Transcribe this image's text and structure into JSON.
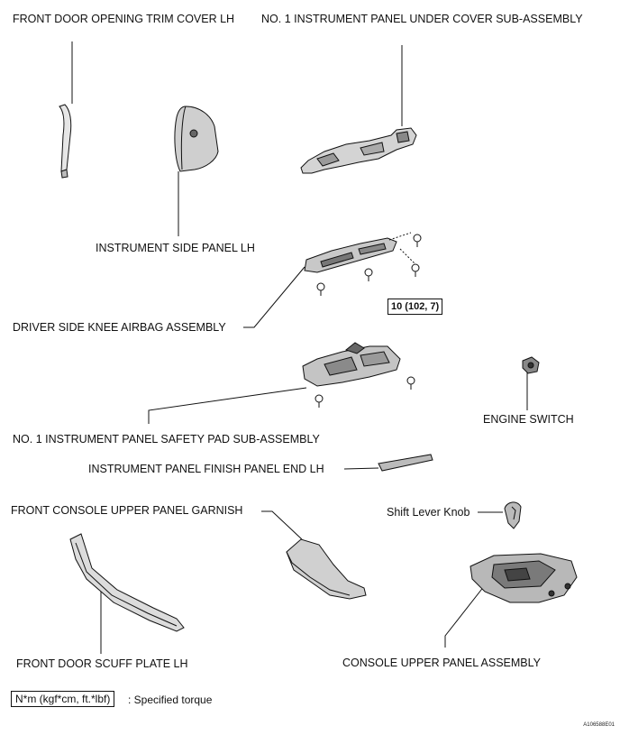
{
  "labels": {
    "front_door_opening_trim_cover": "FRONT DOOR OPENING TRIM COVER LH",
    "no1_instrument_panel_under_cover": "NO. 1 INSTRUMENT PANEL UNDER COVER SUB-ASSEMBLY",
    "instrument_side_panel": "INSTRUMENT SIDE PANEL LH",
    "driver_side_knee_airbag": "DRIVER SIDE KNEE AIRBAG ASSEMBLY",
    "no1_instrument_panel_safety_pad": "NO. 1 INSTRUMENT PANEL SAFETY PAD SUB-ASSEMBLY",
    "engine_switch": "ENGINE SWITCH",
    "instrument_panel_finish_panel_end": "INSTRUMENT PANEL FINISH PANEL END LH",
    "front_console_upper_panel_garnish": "FRONT CONSOLE UPPER PANEL GARNISH",
    "shift_lever_knob": "Shift Lever Knob",
    "front_door_scuff_plate": "FRONT DOOR SCUFF PLATE LH",
    "console_upper_panel_assembly": "CONSOLE UPPER PANEL ASSEMBLY"
  },
  "torque_spec": "10 (102, 7)",
  "legend": {
    "unit_box": "N*m (kgf*cm, ft.*lbf)",
    "description": ": Specified torque"
  },
  "figure_id": "A106588E01"
}
